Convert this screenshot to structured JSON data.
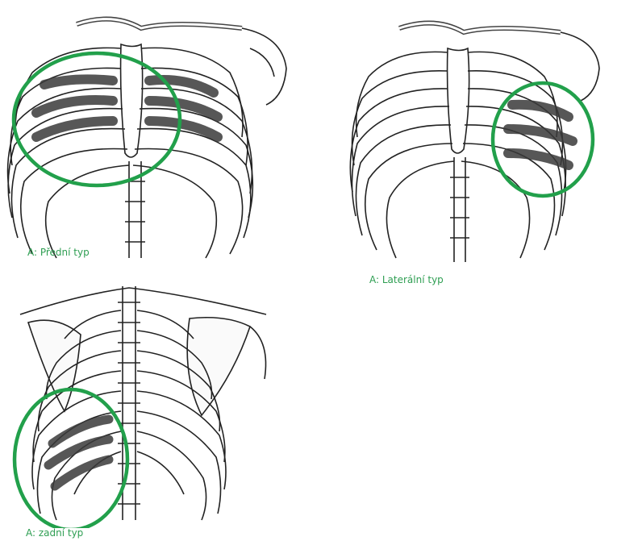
{
  "figure": {
    "panels": [
      {
        "id": "front",
        "caption": "A: Přední typ",
        "highlight_side": "both-front"
      },
      {
        "id": "lateral",
        "caption": "A: Laterální typ",
        "highlight_side": "right-lateral"
      },
      {
        "id": "back",
        "caption": "A: zadní typ",
        "highlight_side": "left-back"
      }
    ],
    "colors": {
      "highlight_ring": "#22a04b",
      "caption_text": "#2e9e52",
      "line_art": "#222222",
      "shaded_rib": "#3a3a3a"
    }
  }
}
